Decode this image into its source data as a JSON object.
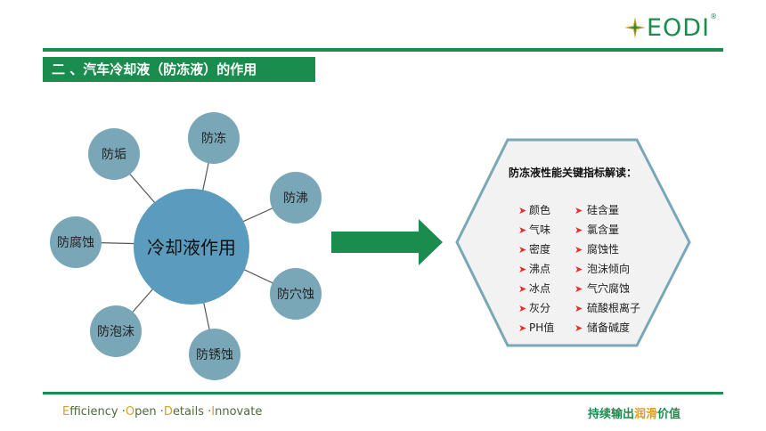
{
  "logo": {
    "text": "EODI",
    "reg": "®"
  },
  "section_title": "二 、汽车冷却液（防冻液）的作用",
  "center_label": "冷却液作用",
  "functions": [
    "防垢",
    "防冻",
    "防沸",
    "防穴蚀",
    "防锈蚀",
    "防泡沫",
    "防腐蚀"
  ],
  "hexagon": {
    "title": "防冻液性能关键指标解读：",
    "left_items": [
      "颜色",
      "气味",
      "密度",
      "沸点",
      "冰点",
      "灰分",
      "PH值"
    ],
    "right_items": [
      "硅含量",
      "氯含量",
      "腐蚀性",
      "泡沫倾向",
      "气穴腐蚀",
      "硫酸根离子",
      "储备碱度"
    ]
  },
  "footer": {
    "motto_parts": [
      {
        "cap": "E",
        "rest": "fficiency"
      },
      {
        "cap": "O",
        "rest": "pen"
      },
      {
        "cap": "D",
        "rest": "etails"
      },
      {
        "cap": "I",
        "rest": "nnovate"
      }
    ],
    "slogan_a": "持续输出",
    "slogan_hl": "润滑",
    "slogan_b": "价值"
  },
  "colors": {
    "brand_green": "#1a8c4e",
    "node_blue": "#7aa7b8",
    "center_blue": "#5b9bbd",
    "accent_gold": "#d6a022"
  }
}
